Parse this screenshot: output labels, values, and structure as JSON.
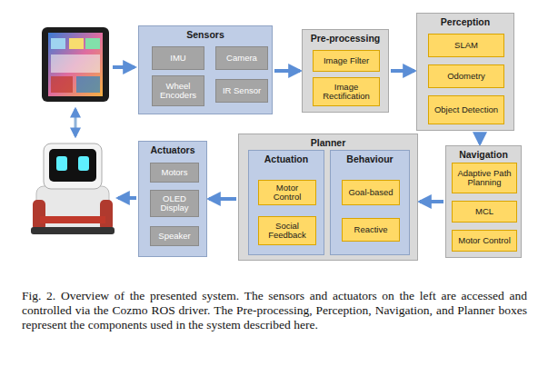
{
  "diagram": {
    "caption": "Fig. 2. Overview of the presented system. The sensors and actuators on the left are accessed and controlled via the Cozmo ROS driver. The Pre-processing, Perception, Navigation, and Planner boxes represent the components used in the system described here.",
    "nodes": [
      {
        "text": [
          "Sensors"
        ]
      },
      {
        "text": [
          "IMU"
        ],
        "in": 0
      },
      {
        "text": [
          "Camera"
        ],
        "in": 0
      },
      {
        "text": [
          "Wheel Encoders"
        ],
        "in": 0
      },
      {
        "text": [
          "IR Sensor"
        ],
        "in": 0
      },
      {
        "text": [
          "Pre-processing"
        ]
      },
      {
        "text": [
          "Image Filter"
        ],
        "in": 5
      },
      {
        "text": [
          "Image Rectification"
        ],
        "in": 5
      },
      {
        "text": [
          "Perception"
        ]
      },
      {
        "text": [
          "SLAM"
        ],
        "in": 8
      },
      {
        "text": [
          "Odometry"
        ],
        "in": 8
      },
      {
        "text": [
          "Object Detection"
        ],
        "in": 8
      },
      {
        "text": [
          "Navigation"
        ]
      },
      {
        "text": [
          "Adaptive Path Planning"
        ],
        "in": 12
      },
      {
        "text": [
          "MCL"
        ],
        "in": 12
      },
      {
        "text": [
          "Motor Control"
        ],
        "in": 12
      },
      {
        "text": [
          "Planner"
        ]
      },
      {
        "text": [
          "Actuation"
        ],
        "in": 16
      },
      {
        "text": [
          "Motor Control"
        ],
        "in": 17
      },
      {
        "text": [
          "Social Feedback"
        ],
        "in": 17
      },
      {
        "text": [
          "Behaviour"
        ],
        "in": 16
      },
      {
        "text": [
          "Goal-based"
        ],
        "in": 20
      },
      {
        "text": [
          "Reactive"
        ],
        "in": 20
      },
      {
        "text": [
          "Actuators"
        ]
      },
      {
        "text": [
          "Motors"
        ],
        "in": 23
      },
      {
        "text": [
          "OLED Display"
        ],
        "in": 23
      },
      {
        "text": [
          "Speaker"
        ],
        "in": 23
      }
    ],
    "edges": [
      {
        "from": 0,
        "to": 5,
        "arrow": "to"
      },
      {
        "from": 5,
        "to": 8,
        "arrow": "to"
      },
      {
        "from": 8,
        "to": 12,
        "arrow": "to"
      },
      {
        "from": 12,
        "to": 16,
        "arrow": "to"
      },
      {
        "from": 16,
        "to": 23,
        "arrow": "to"
      }
    ]
  }
}
